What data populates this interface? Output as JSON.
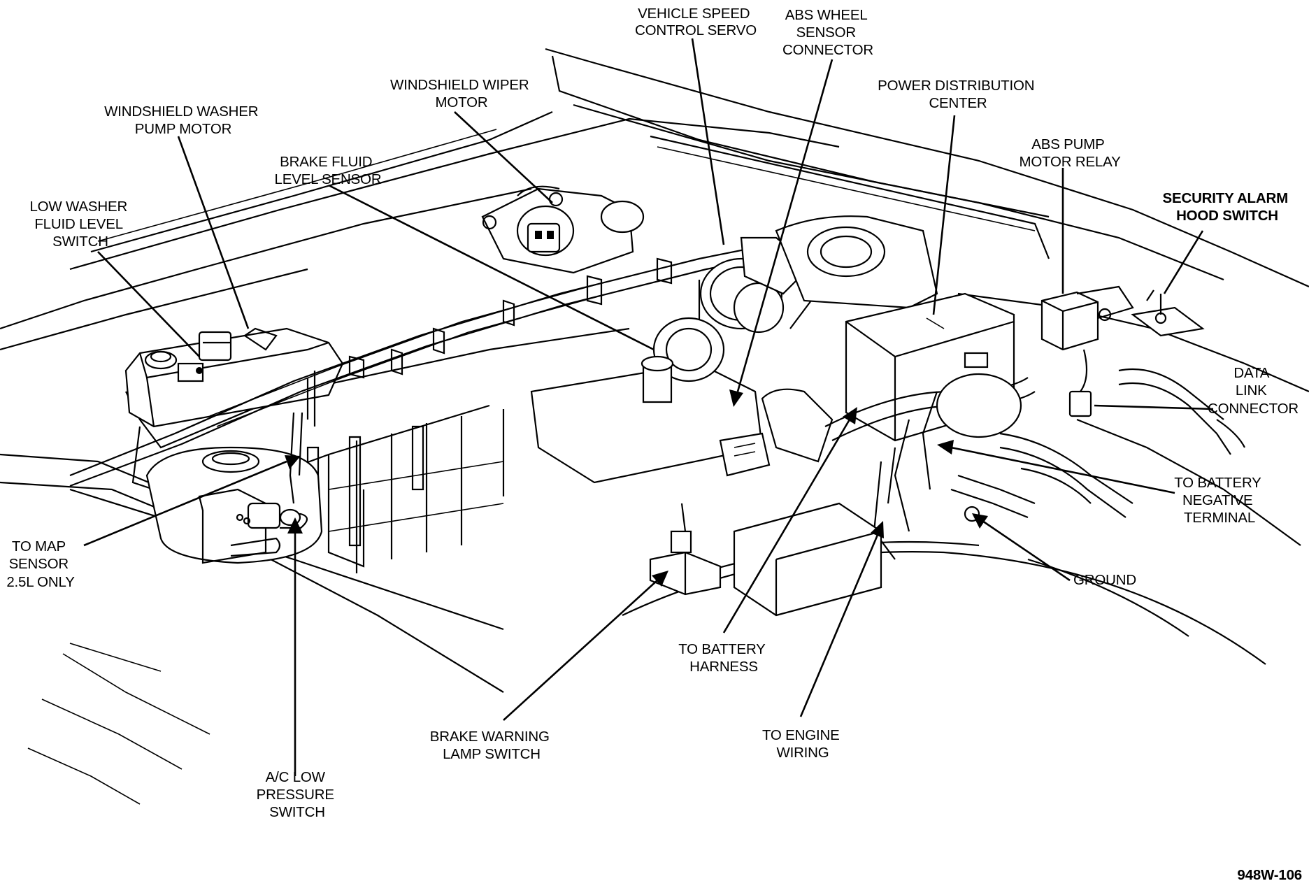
{
  "labels": {
    "vehicle_speed_control_servo": [
      "VEHICLE SPEED",
      "CONTROL SERVO"
    ],
    "abs_wheel_sensor_connector": [
      "ABS WHEEL",
      "SENSOR",
      "CONNECTOR"
    ],
    "windshield_wiper_motor": [
      "WINDSHIELD WIPER",
      "MOTOR"
    ],
    "power_distribution_center": [
      "POWER DISTRIBUTION",
      "CENTER"
    ],
    "windshield_washer_pump_motor": [
      "WINDSHIELD WASHER",
      "PUMP MOTOR"
    ],
    "abs_pump_motor_relay": [
      "ABS PUMP",
      "MOTOR RELAY"
    ],
    "brake_fluid_level_sensor": [
      "BRAKE FLUID",
      "LEVEL SENSOR"
    ],
    "security_alarm_hood_switch": [
      "SECURITY  ALARM",
      "HOOD SWITCH"
    ],
    "low_washer_fluid_level_switch": [
      "LOW WASHER",
      "FLUID LEVEL",
      "SWITCH"
    ],
    "data_link_connector": [
      "DATA",
      "LINK",
      "CONNECTOR"
    ],
    "to_battery_negative_terminal": [
      "TO BATTERY",
      "NEGATIVE",
      "TERMINAL"
    ],
    "to_map_sensor": [
      "TO MAP",
      "SENSOR",
      "2.5L ONLY"
    ],
    "ground": [
      "GROUND"
    ],
    "to_battery_harness": [
      "TO BATTERY",
      "HARNESS"
    ],
    "brake_warning_lamp_switch": [
      "BRAKE WARNING",
      "LAMP SWITCH"
    ],
    "to_engine_wiring": [
      "TO ENGINE",
      "WIRING"
    ],
    "ac_low_pressure_switch": [
      "A/C LOW",
      "PRESSURE",
      "SWITCH"
    ]
  },
  "figure_id": "948W-106"
}
